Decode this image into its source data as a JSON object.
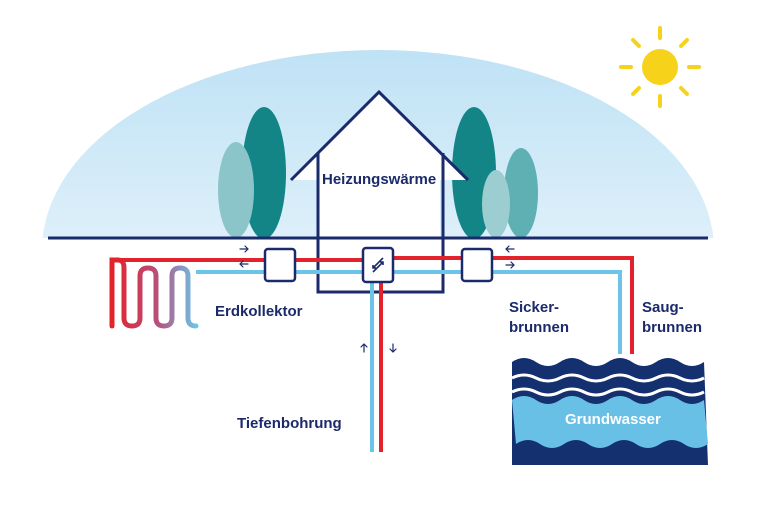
{
  "labels": {
    "heating": "Heizungswärme",
    "ground_collector": "Erdkollektor",
    "deep_drilling": "Tiefenbohrung",
    "seep_well_line1": "Sicker-",
    "seep_well_line2": "brunnen",
    "suction_well_line1": "Saug-",
    "suction_well_line2": "brunnen",
    "groundwater": "Grundwasser"
  },
  "colors": {
    "navy": "#1b2a6b",
    "hot_pipe": "#e3232c",
    "cold_pipe": "#6cc4e8",
    "sky_top": "#cfe9f7",
    "tree_dark": "#138586",
    "tree_light": "#8cc5c9",
    "sun": "#f7d21a",
    "water_dark": "#14306e",
    "water_light": "#69c0e6"
  },
  "icons": {
    "sun": "sun-icon",
    "heat_exchanger": "heat-exchanger-icon"
  }
}
